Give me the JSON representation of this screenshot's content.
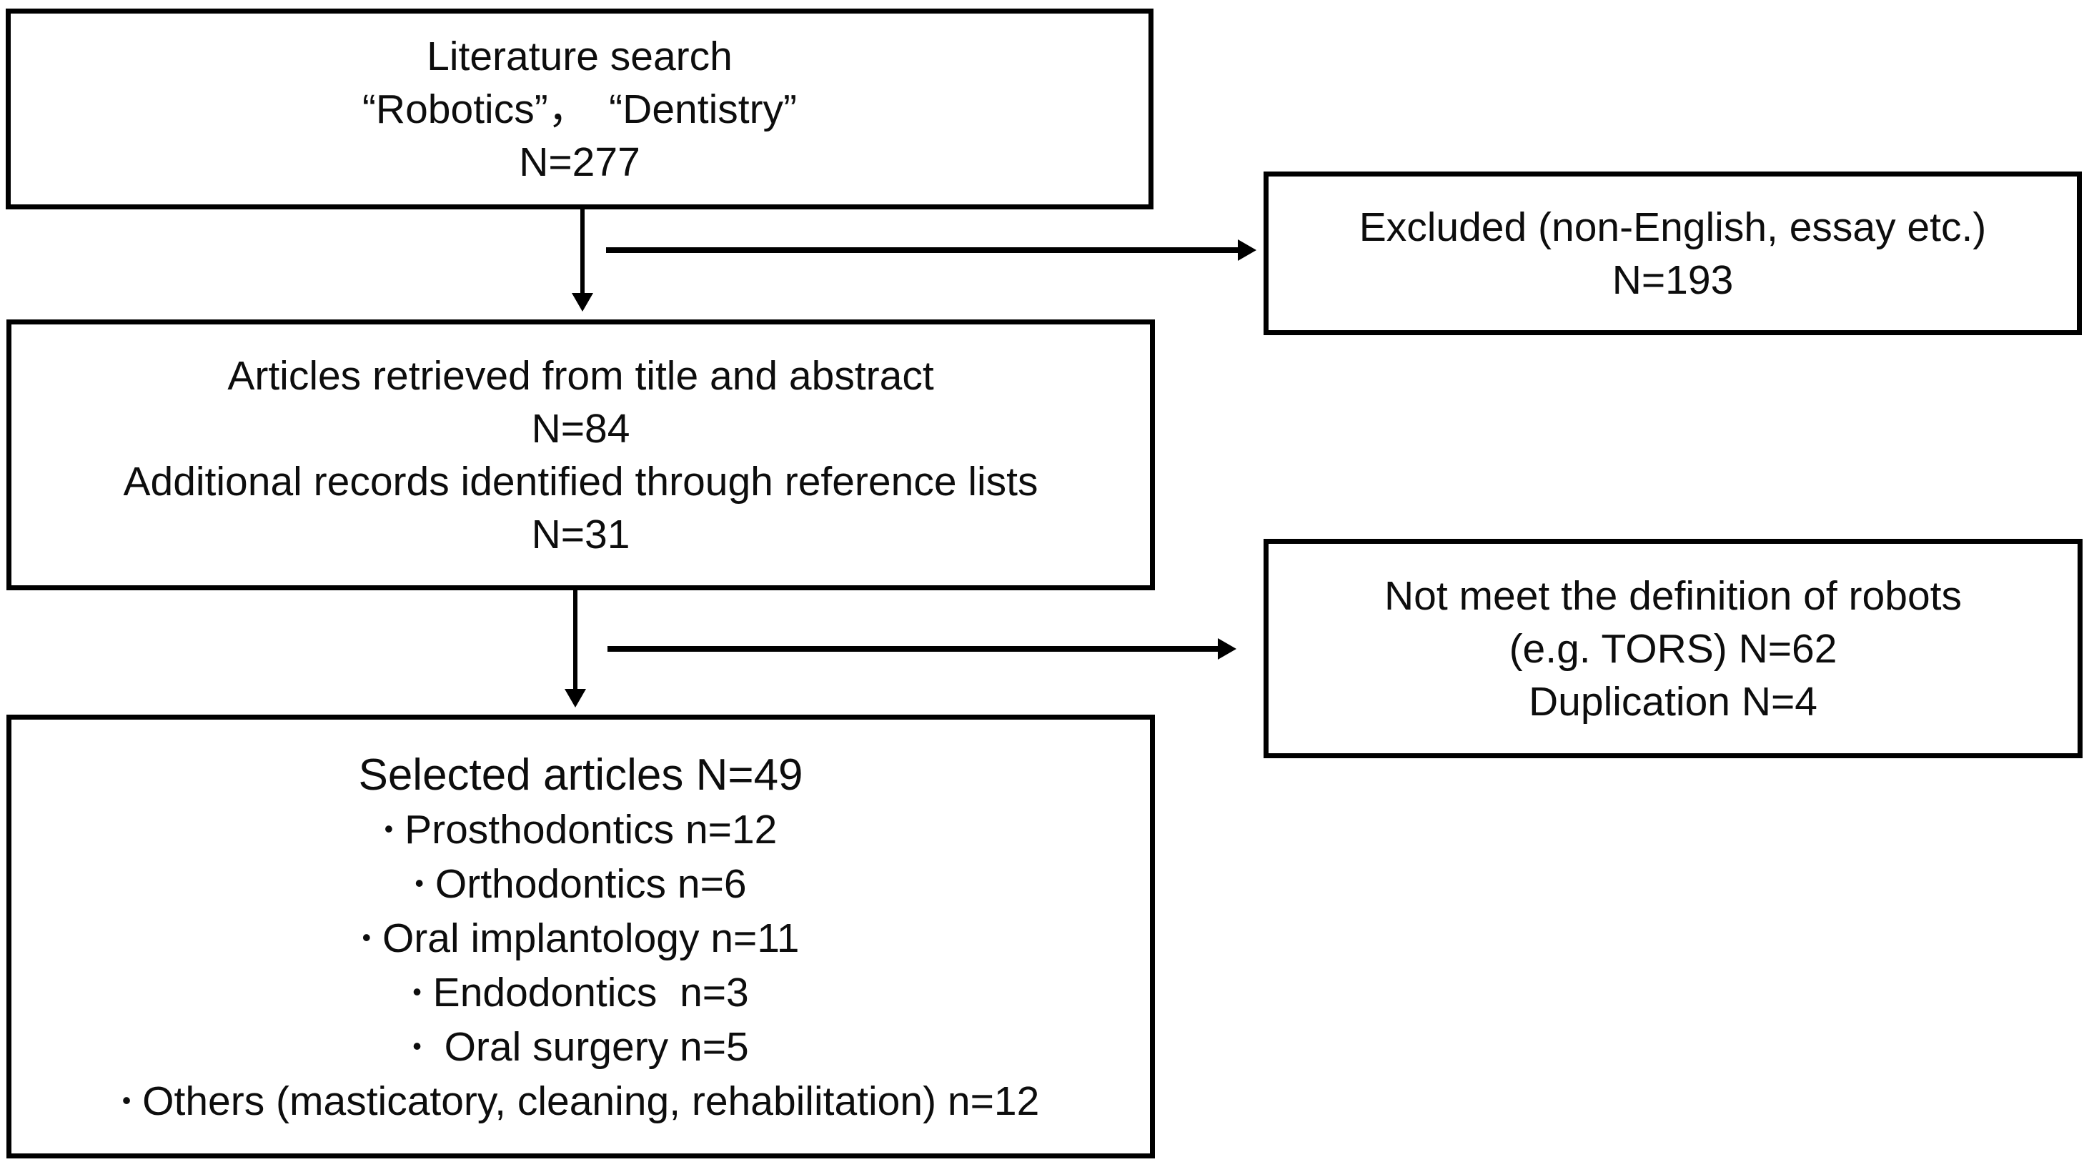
{
  "diagram": {
    "title": "PRISMA-style literature selection flowchart",
    "boxes": {
      "literature_search": {
        "lines": [
          "Literature search",
          "“Robotics”，　“Dentistry”",
          "N=277"
        ]
      },
      "articles_retrieved": {
        "lines": [
          "Articles retrieved from title and abstract",
          "N=84",
          "Additional records identified through reference lists",
          "N=31"
        ]
      },
      "excluded": {
        "lines": [
          "Excluded (non-English, essay etc.)",
          "N=193"
        ]
      },
      "not_meet_definition": {
        "lines": [
          "Not meet the definition of robots",
          "(e.g. TORS) N=62",
          "Duplication N=4"
        ]
      },
      "selected_articles": {
        "heading": "Selected articles N=49",
        "bullet_char": "•",
        "items": [
          "Prosthodontics n=12",
          "Orthodontics n=6",
          "Oral implantology n=11",
          "Endodontics  n=3",
          " Oral surgery n=5",
          "Others (masticatory, cleaning, rehabilitation) n=12"
        ]
      }
    },
    "connectors": {
      "arrow_down_1": "arrow-down-search-to-retrieved",
      "arrow_right_1": "arrow-right-to-excluded",
      "arrow_down_2": "arrow-down-retrieved-to-selected",
      "arrow_right_2": "arrow-right-to-not-meet"
    },
    "colors": {
      "border": "#000000",
      "text": "#0d0d0d",
      "background": "#ffffff"
    }
  }
}
